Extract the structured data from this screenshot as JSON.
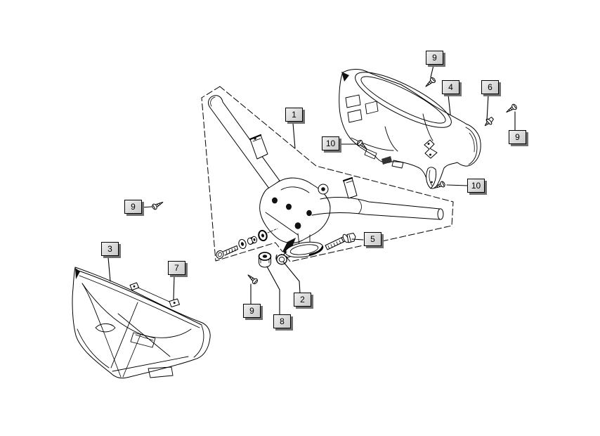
{
  "diagram": {
    "type": "exploded-parts-diagram",
    "subject": "scooter handlebar and handlebar covers assembly",
    "background_color": "#ffffff",
    "line_color": "#000000",
    "callout_style": {
      "face_color": "#d9d9d9",
      "border_color": "#000000",
      "shadow_color": "#707070"
    }
  },
  "callouts": [
    {
      "id": "1",
      "number": "1",
      "part": "handlebar-assembly"
    },
    {
      "id": "2",
      "number": "2",
      "part": "bushing-ring"
    },
    {
      "id": "3",
      "number": "3",
      "part": "front-handlebar-cover"
    },
    {
      "id": "4",
      "number": "4",
      "part": "rear-handlebar-cover"
    },
    {
      "id": "5",
      "number": "5",
      "part": "flanged-hex-bolt"
    },
    {
      "id": "6",
      "number": "6",
      "part": "flanged-screw"
    },
    {
      "id": "7",
      "number": "7",
      "part": "retaining-clip"
    },
    {
      "id": "8",
      "number": "8",
      "part": "nut"
    },
    {
      "id": "9a",
      "number": "9",
      "part": "self-tapping-screw"
    },
    {
      "id": "9b",
      "number": "9",
      "part": "self-tapping-screw"
    },
    {
      "id": "9c",
      "number": "9",
      "part": "self-tapping-screw"
    },
    {
      "id": "9d",
      "number": "9",
      "part": "self-tapping-screw"
    },
    {
      "id": "10a",
      "number": "10",
      "part": "self-tapping-screw"
    },
    {
      "id": "10b",
      "number": "10",
      "part": "self-tapping-screw"
    }
  ]
}
